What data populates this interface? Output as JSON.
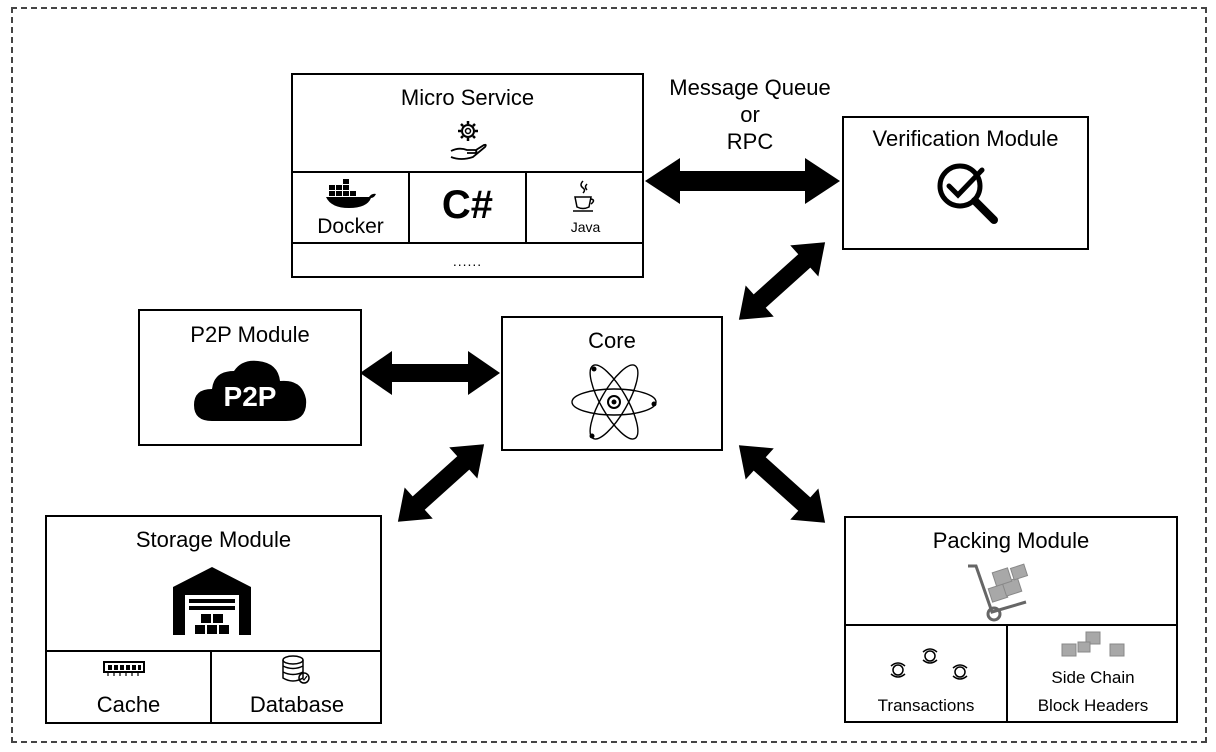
{
  "micro_service": {
    "title": "Micro Service",
    "docker": "Docker",
    "csharp": "C#",
    "java": "Java",
    "more": "......"
  },
  "link_label": {
    "line1": "Message Queue",
    "line2": "or",
    "line3": "RPC"
  },
  "verification": {
    "title": "Verification Module"
  },
  "p2p": {
    "title": "P2P Module",
    "badge": "P2P"
  },
  "core": {
    "title": "Core"
  },
  "storage": {
    "title": "Storage Module",
    "cache": "Cache",
    "database": "Database"
  },
  "packing": {
    "title": "Packing Module",
    "transactions": "Transactions",
    "side_chain_line1": "Side Chain",
    "side_chain_line2": "Block Headers"
  },
  "icons": {
    "micro_service": "gear-hand-icon",
    "docker": "docker-whale-icon",
    "java": "java-cup-icon",
    "verification": "magnifier-check-icon",
    "p2p": "p2p-cloud-icon",
    "core": "atom-icon",
    "storage": "warehouse-icon",
    "cache": "memory-chip-icon",
    "database": "database-icon",
    "packing": "hand-truck-icon",
    "transactions": "coin-cycle-icon",
    "side_chain": "blocks-icon"
  },
  "colors": {
    "stroke": "#000000",
    "frame": "#444444",
    "fill": "#ffffff",
    "muted_icon": "#8a8a8a"
  }
}
